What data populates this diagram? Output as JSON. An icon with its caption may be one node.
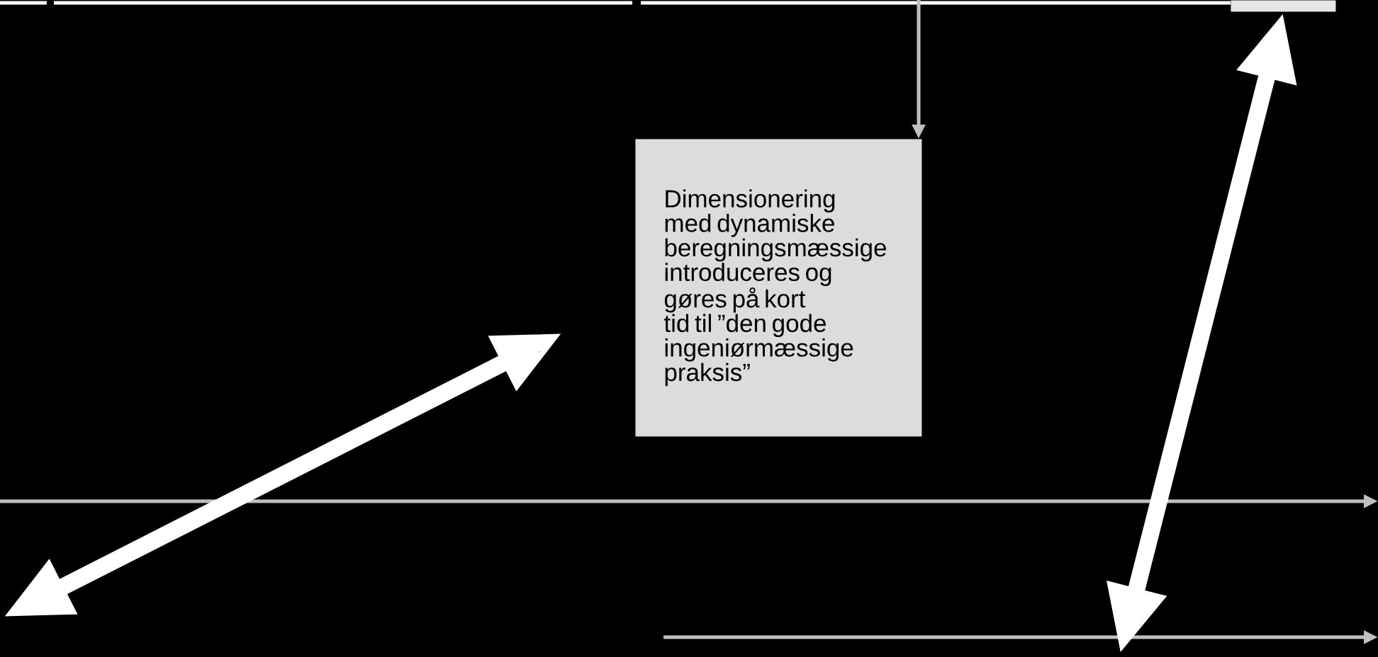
{
  "diagram": {
    "nodes": [
      {
        "text": [
          "Dimensionering med dynamiske beregningsmæssige introduceres og gøres på kort tid til ”den gode ingeniørmæssige praksis”"
        ]
      },
      {
        "text": [],
        "shape": "box"
      }
    ],
    "edges": [
      {
        "from": null,
        "to": 0,
        "arrow": "to",
        "color": "#c0c0c0"
      },
      {
        "from": 1,
        "to": null,
        "arrow": "both",
        "style": "thick"
      }
    ]
  }
}
